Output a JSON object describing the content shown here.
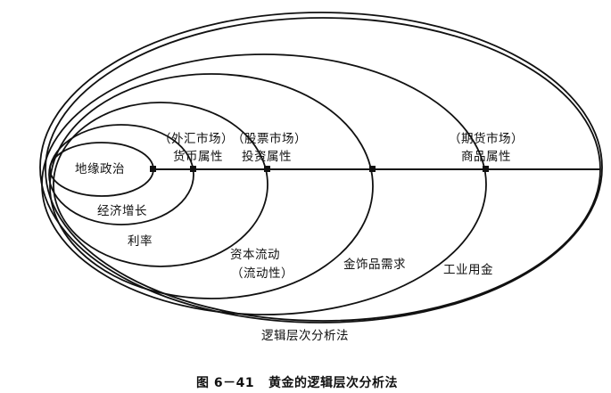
{
  "diagram": {
    "core": "地缘政治",
    "layers": {
      "economic_growth": "经济增长",
      "interest_rate": "利率",
      "currency_market": "（外汇市场）",
      "currency_attribute": "货币属性",
      "stock_market": "（股票市场）",
      "investment_attribute": "投资属性",
      "capital_flow": "资本流动",
      "capital_flow_note": "（流动性）",
      "jewelry_demand": "金饰品需求",
      "futures_market": "（期货市场）",
      "commodity_attribute": "商品属性",
      "industrial_gold": "工业用金",
      "outer_label": "逻辑层次分析法"
    }
  },
  "figure": {
    "number": "图 6－41",
    "title": "黄金的逻辑层次分析法"
  }
}
